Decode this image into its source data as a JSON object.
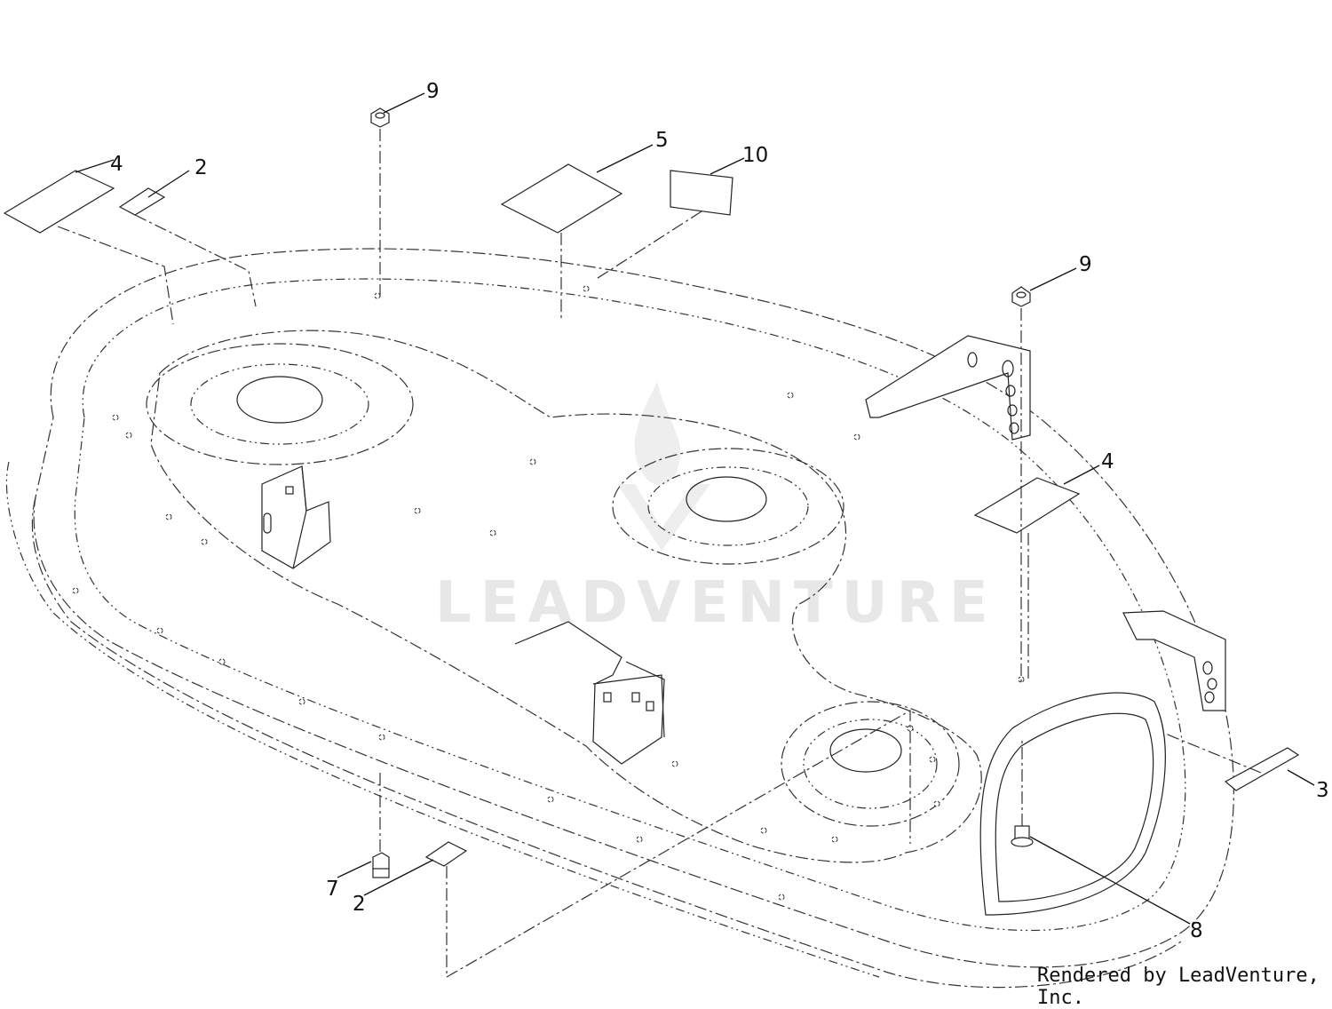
{
  "watermark": {
    "text": "LEADVENTURE"
  },
  "footer": {
    "text": "Rendered by LeadVenture, Inc."
  },
  "callouts": [
    {
      "id": "c4a",
      "label": "4"
    },
    {
      "id": "c2a",
      "label": "2"
    },
    {
      "id": "c9a",
      "label": "9"
    },
    {
      "id": "c5",
      "label": "5"
    },
    {
      "id": "c10",
      "label": "10"
    },
    {
      "id": "c9b",
      "label": "9"
    },
    {
      "id": "c4b",
      "label": "4"
    },
    {
      "id": "c3",
      "label": "3"
    },
    {
      "id": "c8",
      "label": "8"
    },
    {
      "id": "c7",
      "label": "7"
    },
    {
      "id": "c2b",
      "label": "2"
    }
  ]
}
